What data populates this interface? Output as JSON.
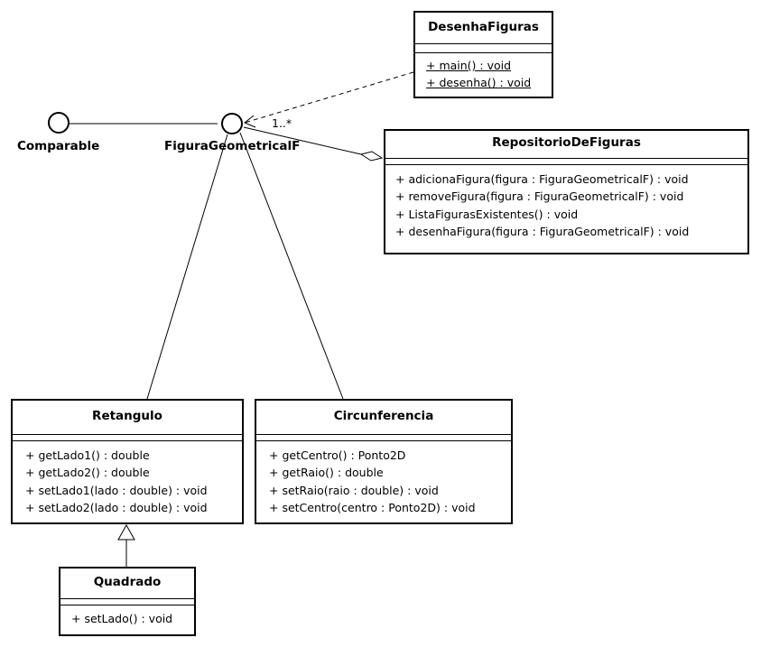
{
  "interfaces": {
    "comparable": "Comparable",
    "figura": "FiguraGeometricalF"
  },
  "multiplicity": "1..*",
  "classes": {
    "desenha": {
      "name": "DesenhaFiguras",
      "operations": [
        "+ main() : void",
        "+ desenha() : void"
      ]
    },
    "repositorio": {
      "name": "RepositorioDeFiguras",
      "operations": [
        "+ adicionaFigura(figura : FiguraGeometricalF) : void",
        "+ removeFigura(figura : FiguraGeometricalF) : void",
        "+ ListaFigurasExistentes() : void",
        "+ desenhaFigura(figura : FiguraGeometricalF) : void"
      ]
    },
    "retangulo": {
      "name": "Retangulo",
      "operations": [
        "+ getLado1() : double",
        "+ getLado2() : double",
        "+ setLado1(lado : double) : void",
        "+ setLado2(lado : double) : void"
      ]
    },
    "circunferencia": {
      "name": "Circunferencia",
      "operations": [
        "+ getCentro() : Ponto2D",
        "+ getRaio() : double",
        "+ setRaio(raio : double) : void",
        "+ setCentro(centro : Ponto2D) : void"
      ]
    },
    "quadrado": {
      "name": "Quadrado",
      "operations": [
        "+ setLado() : void"
      ]
    }
  }
}
